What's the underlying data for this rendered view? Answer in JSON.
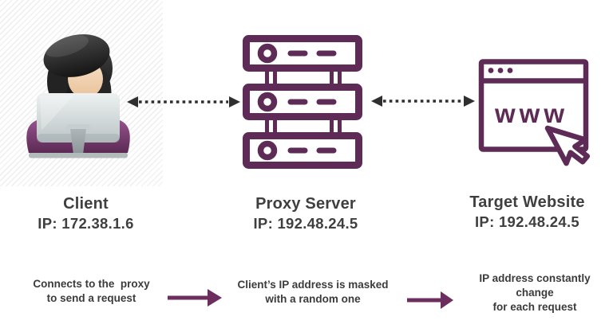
{
  "colors": {
    "icon_plum": "#5E2B56",
    "arrow_plum": "#6C2E5F",
    "dotted_arrow": "#2F2F2F",
    "label_text": "#3F3F3F",
    "chair_purple": "#7B3A73",
    "monitor_gray": "#C9D1D2"
  },
  "icons": {
    "client": "person-at-computer",
    "proxy": "server-stack",
    "target": "browser-window-www",
    "link": "double-headed-dotted-arrow",
    "step": "solid-right-arrow"
  },
  "nodes": [
    {
      "title": "Client",
      "ip": "IP: 172.38.1.6"
    },
    {
      "title": "Proxy Server",
      "ip": "IP: 192.48.24.5"
    },
    {
      "title": "Target Website",
      "ip": "IP: 192.48.24.5"
    }
  ],
  "target_icon": {
    "www_label": "www"
  },
  "steps": [
    {
      "lines": [
        "Connects to the  proxy",
        "to send a request"
      ]
    },
    {
      "lines": [
        "Client’s IP address is masked",
        "with a random one"
      ]
    },
    {
      "lines": [
        "IP address constantly",
        "change",
        "for each request"
      ]
    }
  ]
}
